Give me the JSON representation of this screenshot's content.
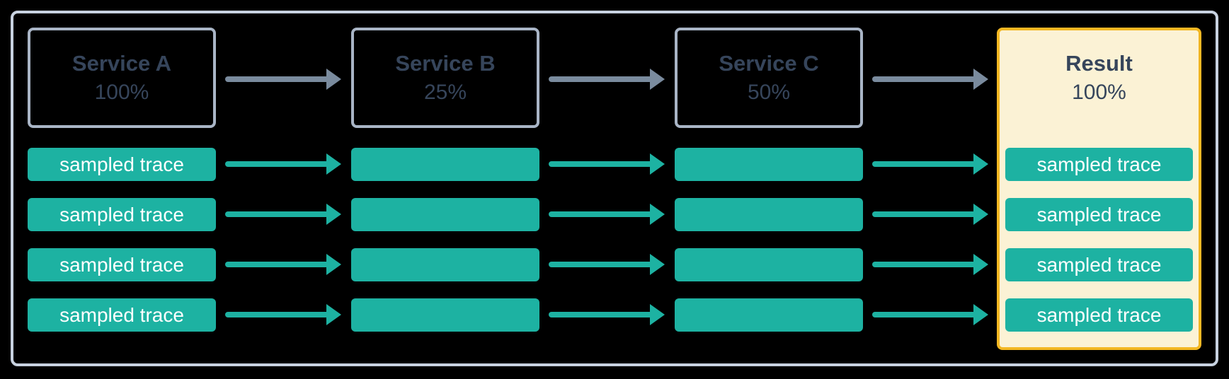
{
  "diagram": {
    "nodes": [
      {
        "title": "Service A",
        "value": "100%"
      },
      {
        "title": "Service B",
        "value": "25%"
      },
      {
        "title": "Service C",
        "value": "50%"
      },
      {
        "title": "Result",
        "value": "100%"
      }
    ],
    "trace_label": "sampled trace",
    "row_count": 4
  },
  "colors": {
    "teal": "#1DB2A2",
    "slate_text": "#36455B",
    "arrow_gray": "#7A8B9E",
    "service_border": "#A9B5C6",
    "frame_border": "#C8D2E0",
    "result_border": "#F3B722",
    "result_fill": "#FBF2D5",
    "trace_text": "#FFFFFF",
    "background": "#000000"
  }
}
